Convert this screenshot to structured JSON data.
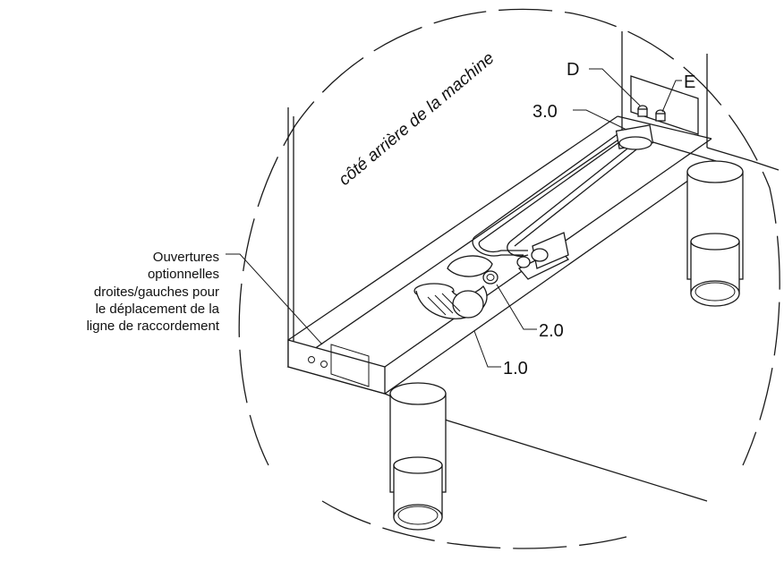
{
  "rear_side_text": "côté arrière de la machine",
  "side_note_lines": [
    "Ouvertures",
    "optionnelles",
    "droites/gauches pour",
    "le déplacement de la",
    "ligne de raccordement"
  ],
  "callouts": {
    "d": "D",
    "e": "E",
    "c30": "3.0",
    "c20": "2.0",
    "c10": "1.0"
  }
}
